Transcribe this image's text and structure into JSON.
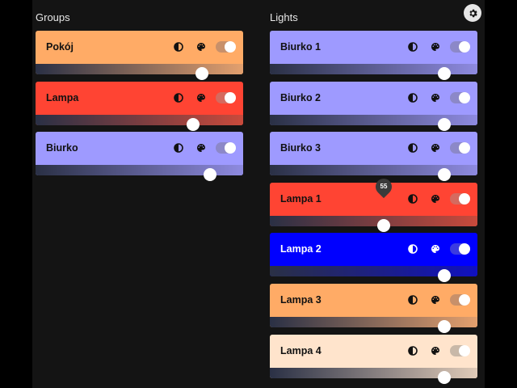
{
  "groups": {
    "title": "Groups",
    "items": [
      {
        "name": "Pokój",
        "color": "#ffab66",
        "text": "#111111",
        "toggle_bg": "#c8906a",
        "track_end": "#e3a06e",
        "value": 80,
        "on": true
      },
      {
        "name": "Lampa",
        "color": "#ff4433",
        "text": "#111111",
        "toggle_bg": "#d56a5f",
        "track_end": "#c94a3c",
        "value": 76,
        "on": true
      },
      {
        "name": "Biurko",
        "color": "#9e9aff",
        "text": "#111111",
        "toggle_bg": "#8c88c8",
        "track_end": "#8e8ae0",
        "value": 84,
        "on": true
      }
    ]
  },
  "lights": {
    "title": "Lights",
    "items": [
      {
        "name": "Biurko 1",
        "color": "#9e9aff",
        "text": "#111111",
        "toggle_bg": "#8c88c8",
        "track_end": "#8e8ae0",
        "value": 84,
        "on": true
      },
      {
        "name": "Biurko 2",
        "color": "#9e9aff",
        "text": "#111111",
        "toggle_bg": "#8c88c8",
        "track_end": "#8e8ae0",
        "value": 84,
        "on": true
      },
      {
        "name": "Biurko 3",
        "color": "#9e9aff",
        "text": "#111111",
        "toggle_bg": "#8c88c8",
        "track_end": "#8e8ae0",
        "value": 84,
        "on": true
      },
      {
        "name": "Lampa 1",
        "color": "#ff4433",
        "text": "#111111",
        "toggle_bg": "#d56a5f",
        "track_end": "#c94a3c",
        "value": 55,
        "on": true,
        "tooltip": "55"
      },
      {
        "name": "Lampa 2",
        "color": "#0000ff",
        "text": "#ffffff",
        "toggle_bg": "#3b3be0",
        "track_end": "#1010c0",
        "value": 84,
        "on": true
      },
      {
        "name": "Lampa 3",
        "color": "#ffab66",
        "text": "#111111",
        "toggle_bg": "#c8906a",
        "track_end": "#e3a06e",
        "value": 84,
        "on": true
      },
      {
        "name": "Lampa 4",
        "color": "#ffe4cc",
        "text": "#111111",
        "toggle_bg": "#c8b8a8",
        "track_end": "#e0cbb8",
        "value": 84,
        "on": true
      }
    ]
  },
  "icons": {
    "settings": "gear-icon",
    "brightness": "contrast-icon",
    "color": "palette-icon"
  }
}
